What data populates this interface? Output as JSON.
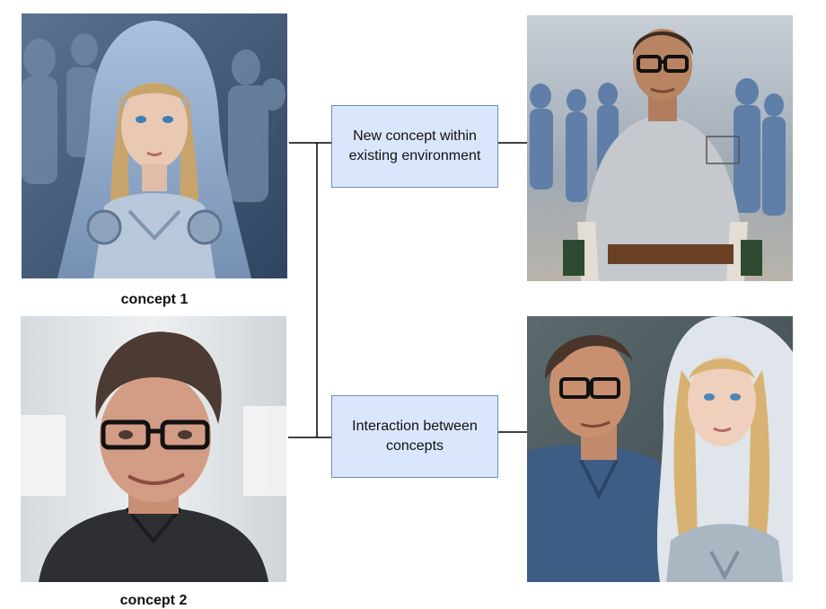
{
  "inputs": {
    "concept1_caption": "concept 1",
    "concept2_caption": "concept 2"
  },
  "tasks": {
    "task1_label": "New concept within existing environment",
    "task2_label": "Interaction between concepts"
  },
  "colors": {
    "box_fill": "#dae6fb",
    "box_border": "#6d8bbf",
    "line": "#000000"
  }
}
